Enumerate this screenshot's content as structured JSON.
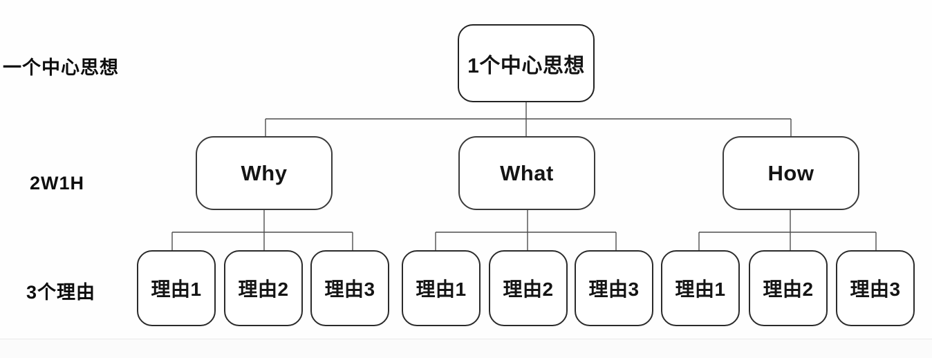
{
  "diagram": {
    "title_meaning": "mind-map tree: one central idea, 2W1H, three reasons each",
    "rows": [
      {
        "label": "一个中心思想"
      },
      {
        "label": "2W1H"
      },
      {
        "label": "3个理由"
      }
    ],
    "root": {
      "label": "1个中心思想"
    },
    "branches": [
      {
        "label": "Why",
        "children": [
          "理由1",
          "理由2",
          "理由3"
        ]
      },
      {
        "label": "What",
        "children": [
          "理由1",
          "理由2",
          "理由3"
        ]
      },
      {
        "label": "How",
        "children": [
          "理由1",
          "理由2",
          "理由3"
        ]
      }
    ],
    "colors": {
      "background": "#fefefe",
      "box_fill": "#ffffff",
      "box_border": "#2a2a2a",
      "connector_line": "#4d4d4d",
      "text": "#141414"
    }
  }
}
